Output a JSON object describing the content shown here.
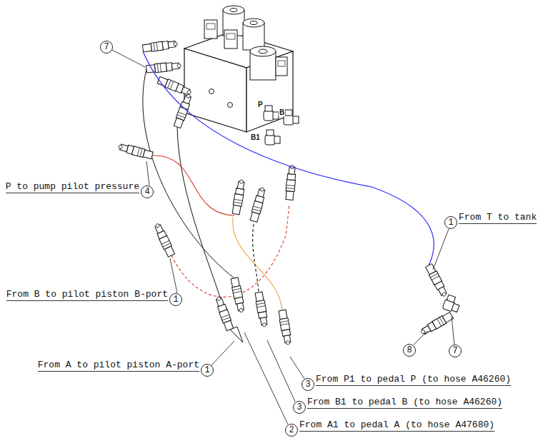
{
  "diagram": {
    "nodes": [
      {
        "text": [
          "7"
        ]
      },
      {
        "text": [
          "4",
          "P to pump pilot pressure"
        ]
      },
      {
        "text": [
          "1",
          "From T to tank"
        ]
      },
      {
        "text": [
          "1",
          "From B to pilot piston B-port"
        ]
      },
      {
        "text": [
          "8"
        ]
      },
      {
        "text": [
          "7"
        ]
      },
      {
        "text": [
          "1",
          "From A to pilot piston A-port"
        ]
      },
      {
        "text": [
          "3",
          "From P1 to pedal P (to hose A46260)"
        ]
      },
      {
        "text": [
          "3",
          "From B1 to pedal B (to hose A46260)"
        ]
      },
      {
        "text": [
          "2",
          "From A1 to pedal A (to hose A47680)"
        ]
      }
    ],
    "labels": [
      "P",
      "B",
      "B1"
    ]
  }
}
